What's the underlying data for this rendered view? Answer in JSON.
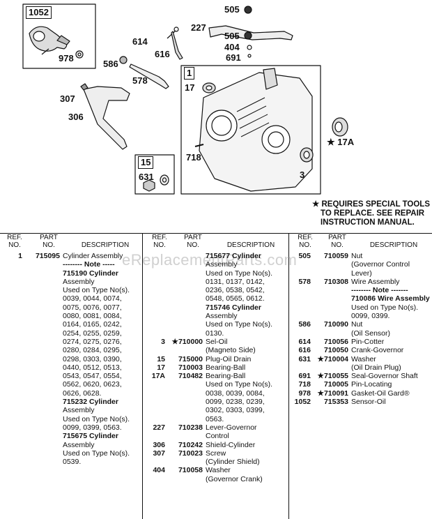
{
  "diagram": {
    "kits": {
      "k1052": "1052",
      "k1": "1",
      "k15": "15"
    },
    "callouts": {
      "c978": "978",
      "c586": "586",
      "c614": "614",
      "c616": "616",
      "c578": "578",
      "c307": "307",
      "c306": "306",
      "c227": "227",
      "c505a": "505",
      "c505b": "505",
      "c404": "404",
      "c691": "691",
      "c17": "17",
      "c17A": "★ 17A",
      "c718": "718",
      "c3": "3",
      "c631": "631"
    }
  },
  "notice": [
    "★ REQUIRES SPECIAL TOOLS",
    "TO REPLACE. SEE REPAIR",
    "INSTRUCTION MANUAL."
  ],
  "watermark": "eReplacementParts.com",
  "headers": {
    "ref": "REF.",
    "no": "NO.",
    "part": "PART",
    "partno": "NO.",
    "desc": "DESCRIPTION"
  },
  "columns": [
    [
      {
        "ref": "1",
        "part": "715095",
        "desc": "Cylinder Assembly",
        "bold": false
      },
      {
        "ref": "",
        "part": "",
        "desc": "-------- Note -----",
        "bold": true
      },
      {
        "ref": "",
        "part": "",
        "desc": "715190 Cylinder",
        "bold": true
      },
      {
        "ref": "",
        "part": "",
        "desc": "Assembly",
        "bold": false
      },
      {
        "ref": "",
        "part": "",
        "desc": "Used on Type No(s).",
        "bold": false
      },
      {
        "ref": "",
        "part": "",
        "desc": "0039, 0044, 0074,",
        "bold": false
      },
      {
        "ref": "",
        "part": "",
        "desc": "0075, 0076, 0077,",
        "bold": false
      },
      {
        "ref": "",
        "part": "",
        "desc": "0080, 0081, 0084,",
        "bold": false
      },
      {
        "ref": "",
        "part": "",
        "desc": "0164, 0165, 0242,",
        "bold": false
      },
      {
        "ref": "",
        "part": "",
        "desc": "0254, 0255, 0259,",
        "bold": false
      },
      {
        "ref": "",
        "part": "",
        "desc": "0274, 0275, 0276,",
        "bold": false
      },
      {
        "ref": "",
        "part": "",
        "desc": "0280, 0284, 0295,",
        "bold": false
      },
      {
        "ref": "",
        "part": "",
        "desc": "0298, 0303, 0390,",
        "bold": false
      },
      {
        "ref": "",
        "part": "",
        "desc": "0440, 0512, 0513,",
        "bold": false
      },
      {
        "ref": "",
        "part": "",
        "desc": "0543, 0547, 0554,",
        "bold": false
      },
      {
        "ref": "",
        "part": "",
        "desc": "0562, 0620, 0623,",
        "bold": false
      },
      {
        "ref": "",
        "part": "",
        "desc": "0626, 0628.",
        "bold": false
      },
      {
        "ref": "",
        "part": "",
        "desc": "715232 Cylinder",
        "bold": true
      },
      {
        "ref": "",
        "part": "",
        "desc": " Assembly",
        "bold": false
      },
      {
        "ref": "",
        "part": "",
        "desc": "Used on Type No(s).",
        "bold": false
      },
      {
        "ref": "",
        "part": "",
        "desc": "0099, 0399, 0563.",
        "bold": false
      },
      {
        "ref": "",
        "part": "",
        "desc": "715675 Cylinder",
        "bold": true
      },
      {
        "ref": "",
        "part": "",
        "desc": "Assembly",
        "bold": false
      },
      {
        "ref": "",
        "part": "",
        "desc": "Used on Type No(s).",
        "bold": false
      },
      {
        "ref": "",
        "part": "",
        "desc": "0539.",
        "bold": false
      }
    ],
    [
      {
        "ref": "",
        "part": "",
        "desc": "715677 Cylinder",
        "bold": true
      },
      {
        "ref": "",
        "part": "",
        "desc": "Assembly",
        "bold": false
      },
      {
        "ref": "",
        "part": "",
        "desc": "Used on Type No(s).",
        "bold": false
      },
      {
        "ref": "",
        "part": "",
        "desc": "0131, 0137, 0142,",
        "bold": false
      },
      {
        "ref": "",
        "part": "",
        "desc": "0236, 0538, 0542,",
        "bold": false
      },
      {
        "ref": "",
        "part": "",
        "desc": "0548, 0565, 0612.",
        "bold": false
      },
      {
        "ref": "",
        "part": "",
        "desc": "715746 Cylinder",
        "bold": true
      },
      {
        "ref": "",
        "part": "",
        "desc": "Assembly",
        "bold": false
      },
      {
        "ref": "",
        "part": "",
        "desc": "Used on Type No(s).",
        "bold": false
      },
      {
        "ref": "",
        "part": "",
        "desc": "0130.",
        "bold": false
      },
      {
        "ref": "3",
        "part": "★710000",
        "desc": "Sel-Oil",
        "bold": false
      },
      {
        "ref": "",
        "part": "",
        "desc": "(Magneto Side)",
        "bold": false
      },
      {
        "ref": "15",
        "part": "715000",
        "desc": "Plug-Oil Drain",
        "bold": false
      },
      {
        "ref": "17",
        "part": "710003",
        "desc": "Bearing-Ball",
        "bold": false
      },
      {
        "ref": "17A",
        "part": "710482",
        "desc": "Bearing-Ball",
        "bold": false
      },
      {
        "ref": "",
        "part": "",
        "desc": "Used on Type No(s).",
        "bold": false
      },
      {
        "ref": "",
        "part": "",
        "desc": "0038, 0039, 0084,",
        "bold": false
      },
      {
        "ref": "",
        "part": "",
        "desc": "0099, 0238, 0239,",
        "bold": false
      },
      {
        "ref": "",
        "part": "",
        "desc": "0302, 0303, 0399,",
        "bold": false
      },
      {
        "ref": "",
        "part": "",
        "desc": "0563.",
        "bold": false
      },
      {
        "ref": "227",
        "part": "710238",
        "desc": "Lever-Governor",
        "bold": false
      },
      {
        "ref": "",
        "part": "",
        "desc": "Control",
        "bold": false
      },
      {
        "ref": "306",
        "part": "710242",
        "desc": "Shield-Cylinder",
        "bold": false
      },
      {
        "ref": "307",
        "part": "710023",
        "desc": "Screw",
        "bold": false
      },
      {
        "ref": "",
        "part": "",
        "desc": "(Cylinder Shield)",
        "bold": false
      },
      {
        "ref": "404",
        "part": "710058",
        "desc": "Washer",
        "bold": false
      },
      {
        "ref": "",
        "part": "",
        "desc": "(Governor Crank)",
        "bold": false
      }
    ],
    [
      {
        "ref": "505",
        "part": "710059",
        "desc": "Nut",
        "bold": false
      },
      {
        "ref": "",
        "part": "",
        "desc": "(Governor Control",
        "bold": false
      },
      {
        "ref": "",
        "part": "",
        "desc": "Lever)",
        "bold": false
      },
      {
        "ref": "578",
        "part": "710308",
        "desc": "Wire Assembly",
        "bold": false
      },
      {
        "ref": "",
        "part": "",
        "desc": "-------- Note -------",
        "bold": true
      },
      {
        "ref": "",
        "part": "",
        "desc": "710086 Wire Assembly",
        "bold": true
      },
      {
        "ref": "",
        "part": "",
        "desc": "Used on Type No(s).",
        "bold": false
      },
      {
        "ref": "",
        "part": "",
        "desc": "0099, 0399.",
        "bold": false
      },
      {
        "ref": "586",
        "part": "710090",
        "desc": "Nut",
        "bold": false
      },
      {
        "ref": "",
        "part": "",
        "desc": "(Oil Sensor)",
        "bold": false
      },
      {
        "ref": "614",
        "part": "710056",
        "desc": "Pin-Cotter",
        "bold": false
      },
      {
        "ref": "616",
        "part": "710050",
        "desc": "Crank-Governor",
        "bold": false
      },
      {
        "ref": "631",
        "part": "★710004",
        "desc": "Washer",
        "bold": false
      },
      {
        "ref": "",
        "part": "",
        "desc": "(Oil Drain Plug)",
        "bold": false
      },
      {
        "ref": "691",
        "part": "★710055",
        "desc": "Seal-Governor Shaft",
        "bold": false
      },
      {
        "ref": "718",
        "part": "710005",
        "desc": "Pin-Locating",
        "bold": false
      },
      {
        "ref": "978",
        "part": "★710091",
        "desc": "Gasket-Oil Gard®",
        "bold": false
      },
      {
        "ref": "1052",
        "part": "715353",
        "desc": "Sensor-Oil",
        "bold": false
      }
    ]
  ]
}
